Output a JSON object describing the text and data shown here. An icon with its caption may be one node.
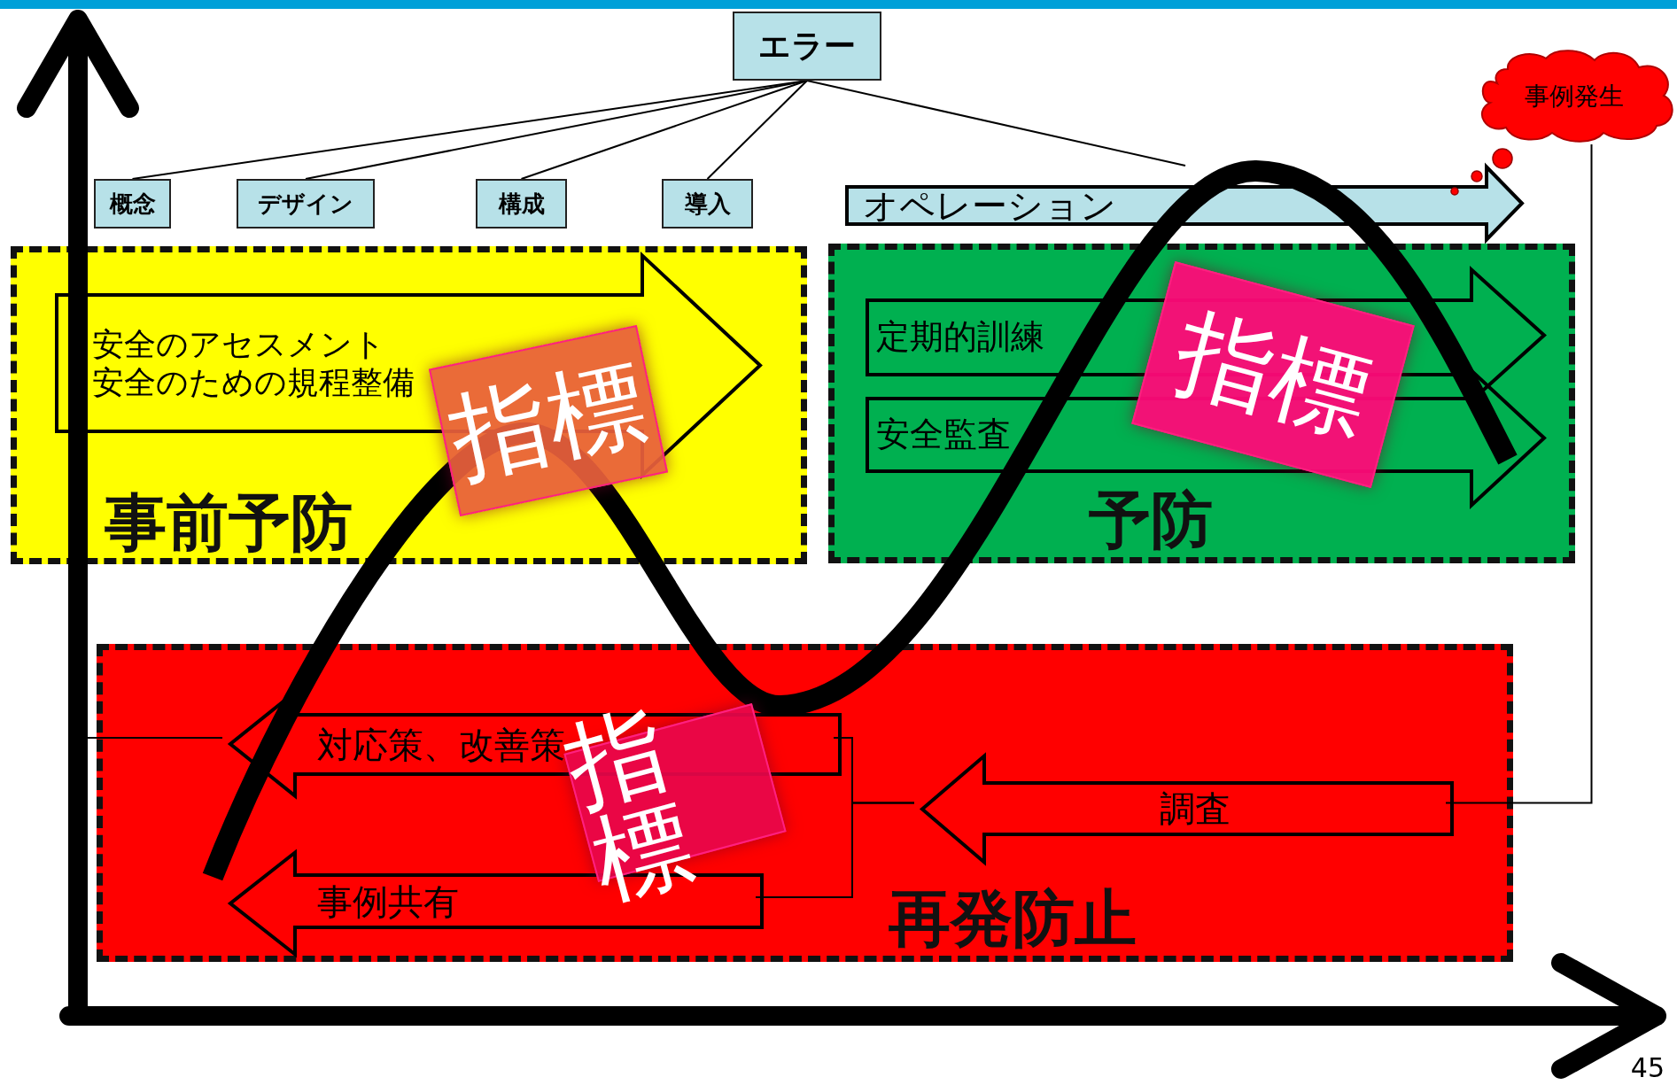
{
  "diagram": {
    "nodes": [
      {
        "text": [
          "エラー"
        ]
      },
      {
        "text": [
          "概念"
        ]
      },
      {
        "text": [
          "デザイン"
        ]
      },
      {
        "text": [
          "構成"
        ]
      },
      {
        "text": [
          "導入"
        ]
      },
      {
        "text": [
          "オペレーション"
        ]
      },
      {
        "text": [
          "事例発生"
        ]
      },
      {
        "text": [
          "事前予防"
        ]
      },
      {
        "text": [
          "安全のアセスメント",
          "安全のための規程整備"
        ],
        "in": 7
      },
      {
        "text": [
          "予防"
        ]
      },
      {
        "text": [
          "定期的訓練"
        ],
        "in": 9
      },
      {
        "text": [
          "安全監査"
        ],
        "in": 9
      },
      {
        "text": [
          "再発防止"
        ]
      },
      {
        "text": [
          "対応策、改善策"
        ],
        "in": 12
      },
      {
        "text": [
          "事例共有"
        ],
        "in": 12
      },
      {
        "text": [
          "調査"
        ],
        "in": 12
      },
      {
        "text": [
          "指標"
        ],
        "in": 7
      },
      {
        "text": [
          "指標"
        ],
        "in": 9
      },
      {
        "text": [
          "指標"
        ],
        "in": 12
      }
    ],
    "edges": [
      {
        "from": 0,
        "to": 1,
        "arrow": "none"
      },
      {
        "from": 0,
        "to": 2,
        "arrow": "none"
      },
      {
        "from": 0,
        "to": 3,
        "arrow": "none"
      },
      {
        "from": 0,
        "to": 4,
        "arrow": "none"
      },
      {
        "from": 0,
        "to": 5,
        "arrow": "none"
      },
      {
        "from": 6,
        "to": 15,
        "arrow": "none"
      },
      {
        "from": 15,
        "to": 13,
        "arrow": "none"
      },
      {
        "from": 15,
        "to": 14,
        "arrow": "none"
      },
      {
        "from": 13,
        "to": null,
        "arrow": "none"
      }
    ],
    "labels": [
      "45"
    ]
  }
}
